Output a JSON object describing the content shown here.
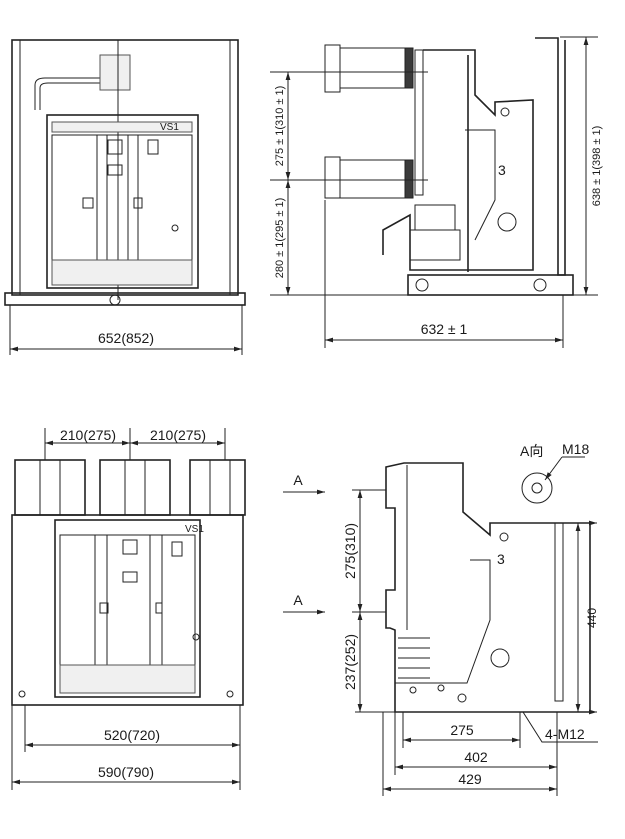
{
  "front_view_top": {
    "label": "VS1",
    "width_dim": "652(852)"
  },
  "side_view_top": {
    "upper_dim": "275 ± 1(310 ± 1)",
    "lower_dim": "280 ± 1(295 ± 1)",
    "height_dim": "638 ± 1(398 ± 1)",
    "depth_dim": "632 ± 1",
    "part_number": "3"
  },
  "front_view_bottom": {
    "label": "VS1",
    "pitch_left": "210(275)",
    "pitch_right": "210(275)",
    "inner_width_dim": "520(720)",
    "outer_width_dim": "590(790)"
  },
  "side_view_bottom": {
    "arrow_upper": "A",
    "arrow_lower": "A",
    "view_label": "A向",
    "thread_label": "M18",
    "upper_dim": "275(310)",
    "lower_dim": "237(252)",
    "height_dim": "440",
    "part_number": "3",
    "hole_label": "4-M12",
    "dim_275": "275",
    "dim_402": "402",
    "dim_429": "429"
  }
}
